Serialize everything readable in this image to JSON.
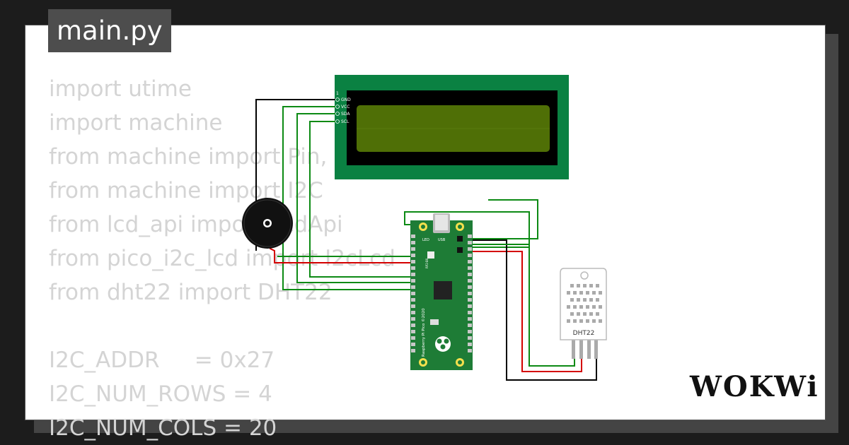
{
  "tab": {
    "filename": "main.py"
  },
  "code_lines": [
    "import utime",
    "import machine",
    "from machine import Pin, P",
    "from machine import I2C",
    "from lcd_api import LcdApi",
    "from pico_i2c_lcd import I2cLcd",
    "from dht22 import DHT22",
    "",
    "I2C_ADDR     = 0x27",
    "I2C_NUM_ROWS = 4",
    "I2C_NUM_COLS = 20"
  ],
  "lcd": {
    "pin_marker": "1",
    "pins": [
      "GND",
      "VCC",
      "SDA",
      "SCL"
    ]
  },
  "pico": {
    "led_label": "LED",
    "usb_label": "USB",
    "side_text": "Raspberry Pi Pico ©2020",
    "chip_text": "RP2-B0"
  },
  "sensor": {
    "label": "DHT22"
  },
  "brand": {
    "logo_text": "WOKWi"
  },
  "colors": {
    "board_green": "#0a8142",
    "wire_green": "#0c8a14",
    "wire_red": "#d40000",
    "wire_black": "#000000",
    "lcd_screen": "#4f6f06",
    "pico_green": "#1e7c36",
    "code_gray": "#d4d4d4"
  }
}
